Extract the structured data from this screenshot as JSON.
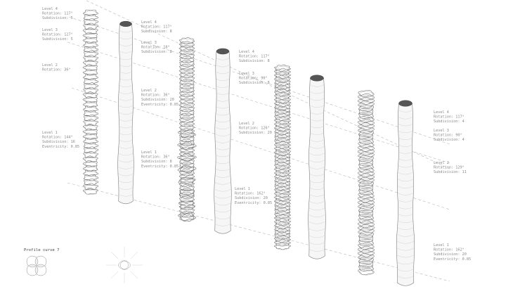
{
  "profile": {
    "label": "Profile curve 7"
  },
  "towers": [
    {
      "labels": [
        [
          "Level 4",
          "Rotation: 117°",
          "Subdivision: 5"
        ],
        [
          "Level 3",
          "Rotation: 127°",
          "Subdivision: 5"
        ],
        [
          "Level 2",
          "Rotation: 36°"
        ],
        [
          "Level 1",
          "Rotation: 144°",
          "Subdivision: 16",
          "Eventricity: 0.85"
        ]
      ]
    },
    {
      "labels": [
        [
          "Level 4",
          "Rotation: 117°",
          "Subdivision: 8"
        ],
        [
          "Level 3",
          "Rotation: 18°",
          "Subdivision: 8"
        ],
        [
          "Level 2",
          "Rotation: 36°",
          "Subdivision: 20",
          "Eventricity: 0.85"
        ],
        [
          "Level 1",
          "Rotation: 36°",
          "Subdivision: 8",
          "Eventricity: 0.85"
        ]
      ]
    },
    {
      "labels": [
        [
          "Level 4",
          "Rotation: 117°",
          "Subdivision: 8"
        ],
        [
          "Level 3",
          "Rotation: 90°",
          "Subdivision: 8"
        ],
        [
          "Level 2",
          "Rotation: 126°",
          "Subdivision: 20"
        ],
        [
          "Level 1",
          "Rotation: 162°",
          "Subdivision: 20",
          "Eventricity: 0.85"
        ]
      ]
    },
    {
      "labels": [
        [
          "Level 4",
          "Rotation: 117°",
          "Subdivision: 4"
        ],
        [
          "Level 3",
          "Rotation: 90°",
          "Subdivision: 4"
        ],
        [
          "Level 2",
          "Rotation: 129°",
          "Subdivision: 11"
        ],
        [
          "Level 1",
          "Rotation: 162°",
          "Subdivision: 20",
          "Eventricity: 0.85"
        ]
      ]
    }
  ]
}
